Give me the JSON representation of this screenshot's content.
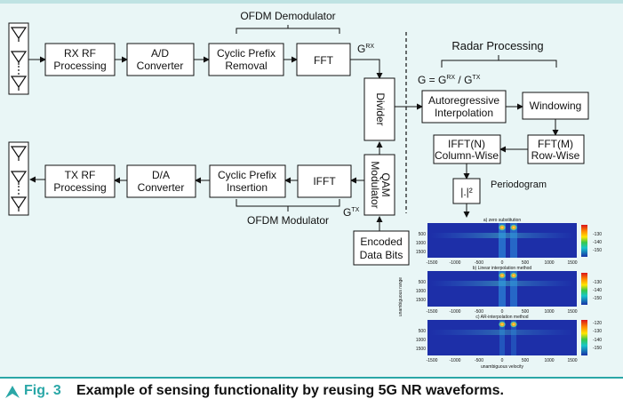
{
  "blocks": {
    "rx_rf": [
      "RX RF",
      "Processing"
    ],
    "ad": [
      "A/D",
      "Converter"
    ],
    "cp_removal": [
      "Cyclic Prefix",
      "Removal"
    ],
    "fft": "FFT",
    "tx_rf": [
      "TX RF",
      "Processing"
    ],
    "da": [
      "D/A",
      "Converter"
    ],
    "cp_insertion": [
      "Cyclic Prefix",
      "Insertion"
    ],
    "ifft": "IFFT",
    "divider": "Divider",
    "qam": [
      "QAM",
      "Modulator"
    ],
    "encoded": [
      "Encoded",
      "Data Bits"
    ],
    "ar_interp": [
      "Autoregressive",
      "Interpolation"
    ],
    "windowing": "Windowing",
    "ifft_n": [
      "IFFT(N)",
      "Column-Wise"
    ],
    "fft_m": [
      "FFT(M)",
      "Row-Wise"
    ],
    "abs_sq": "|.|²"
  },
  "labels": {
    "ofdm_demod": "OFDM Demodulator",
    "ofdm_mod": "OFDM Modulator",
    "radar_processing": "Radar Processing",
    "g_rx": "G",
    "g_rx_sup": "RX",
    "g_tx": "G",
    "g_tx_sup": "TX",
    "equation": "G = G",
    "equation_sup1": "RX",
    "equation_mid": " / G",
    "equation_sup2": "TX",
    "periodogram": "Periodogram"
  },
  "plots": {
    "titles": [
      "a) zero substitution",
      "b) Linear interpolation method",
      "c) AR-interpolation method"
    ],
    "y_ticks": [
      "500",
      "1000",
      "1500"
    ],
    "x_ticks": [
      "-1500",
      "-1000",
      "-500",
      "0",
      "500",
      "1000",
      "1500"
    ],
    "ylabel": "unambiguous range",
    "xlabel": "unambiguous velocity",
    "colorbar_ticks": [
      [
        "-130",
        "-140",
        "-150"
      ],
      [
        "-130",
        "-140",
        "-150"
      ],
      [
        "-120",
        "-130",
        "-140",
        "-150"
      ]
    ]
  },
  "caption": {
    "fig": "Fig. 3",
    "text": "Example of sensing functionality by reusing 5G NR waveforms."
  },
  "colors": {
    "accent": "#2aa7a7",
    "background": "#e9f6f6",
    "heatmap_bg": "#1d2fa8"
  }
}
